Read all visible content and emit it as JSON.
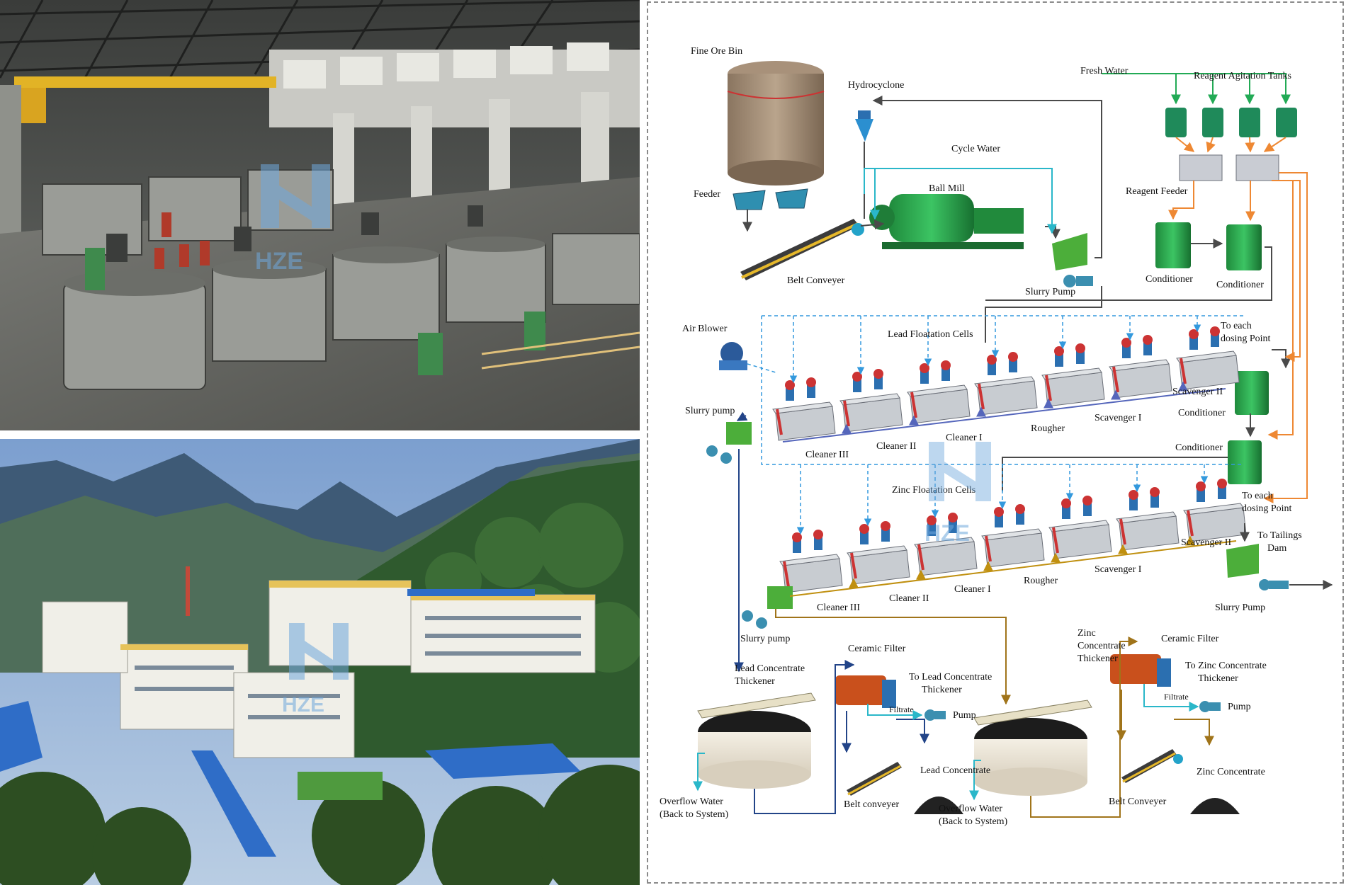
{
  "photos": {
    "top_watermark": "HZE",
    "bottom_watermark": "HZE"
  },
  "diagram": {
    "watermark": "HZE",
    "labels": {
      "fine_ore_bin": "Fine Ore Bin",
      "hydrocyclone": "Hydrocyclone",
      "fresh_water": "Fresh Water",
      "reagent_agitation_tanks": "Reagent Agitation Tanks",
      "cycle_water": "Cycle Water",
      "feeder": "Feeder",
      "ball_mill": "Ball Mill",
      "reagent_feeder": "Reagent Feeder",
      "belt_conveyer": "Belt Conveyer",
      "slurry_pump_top": "Slurry Pump",
      "conditioner_1": "Conditioner",
      "conditioner_2": "Conditioner",
      "air_blower": "Air Blower",
      "lead_floatation_cells": "Lead Floatation Cells",
      "to_each_dosing_1a": "To each",
      "to_each_dosing_1b": "dosing Point",
      "slurry_pump_left": "Slurry pump",
      "lead_scavenger_ii": "Scavenger II",
      "lead_conditioner": "Conditioner",
      "lead_scavenger_i": "Scavenger I",
      "lead_rougher": "Rougher",
      "lead_cleaner_i": "Cleaner I",
      "lead_cleaner_ii": "Cleaner II",
      "lead_cleaner_iii": "Cleaner III",
      "conditioner_3": "Conditioner",
      "zinc_floatation_cells": "Zinc Floatation Cells",
      "to_each_dosing_2a": "To each",
      "to_each_dosing_2b": "dosing Point",
      "to_tailings_a": "To Tailings",
      "to_tailings_b": "Dam",
      "zinc_scavenger_ii": "Scavenger II",
      "zinc_scavenger_i": "Scavenger I",
      "zinc_rougher": "Rougher",
      "zinc_cleaner_i": "Cleaner I",
      "zinc_cleaner_ii": "Cleaner II",
      "zinc_cleaner_iii": "Cleaner III",
      "slurry_pump_right": "Slurry Pump",
      "slurry_pump_bottom": "Slurry pump",
      "zinc_conc_thickener_a": "Zinc",
      "zinc_conc_thickener_b": "Concentrate",
      "zinc_conc_thickener_c": "Thickener",
      "ceramic_filter_1": "Ceramic Filter",
      "ceramic_filter_2": "Ceramic Filter",
      "lead_conc_thickener_a": "Lead Concentrate",
      "lead_conc_thickener_b": "Thickener",
      "to_lead_conc_a": "To Lead Concentrate",
      "to_lead_conc_b": "Thickener",
      "to_zinc_conc_a": "To Zinc Concentrate",
      "to_zinc_conc_b": "Thickener",
      "filtrate_1": "Filtrate",
      "filtrate_2": "Filtrate",
      "pump_1": "Pump",
      "pump_2": "Pump",
      "lead_concentrate": "Lead Concentrate",
      "zinc_concentrate": "Zinc Concentrate",
      "belt_conveyer_lead": "Belt conveyer",
      "belt_conveyor_zinc": "Belt Conveyer",
      "overflow_1a": "Overflow Water",
      "overflow_1b": "(Back to System)",
      "overflow_2a": "Overflow Water",
      "overflow_2b": "(Back to System)"
    },
    "colors": {
      "slurry": "#4a4a4a",
      "water": "#2ab7c9",
      "reagent_water": "#22aa55",
      "reagent": "#ee8833",
      "air": "#3399dd",
      "lead_return": "#5566bb",
      "zinc_return": "#c09010",
      "concentrate": "#224488",
      "zinc_conc_line": "#a0741a"
    }
  }
}
